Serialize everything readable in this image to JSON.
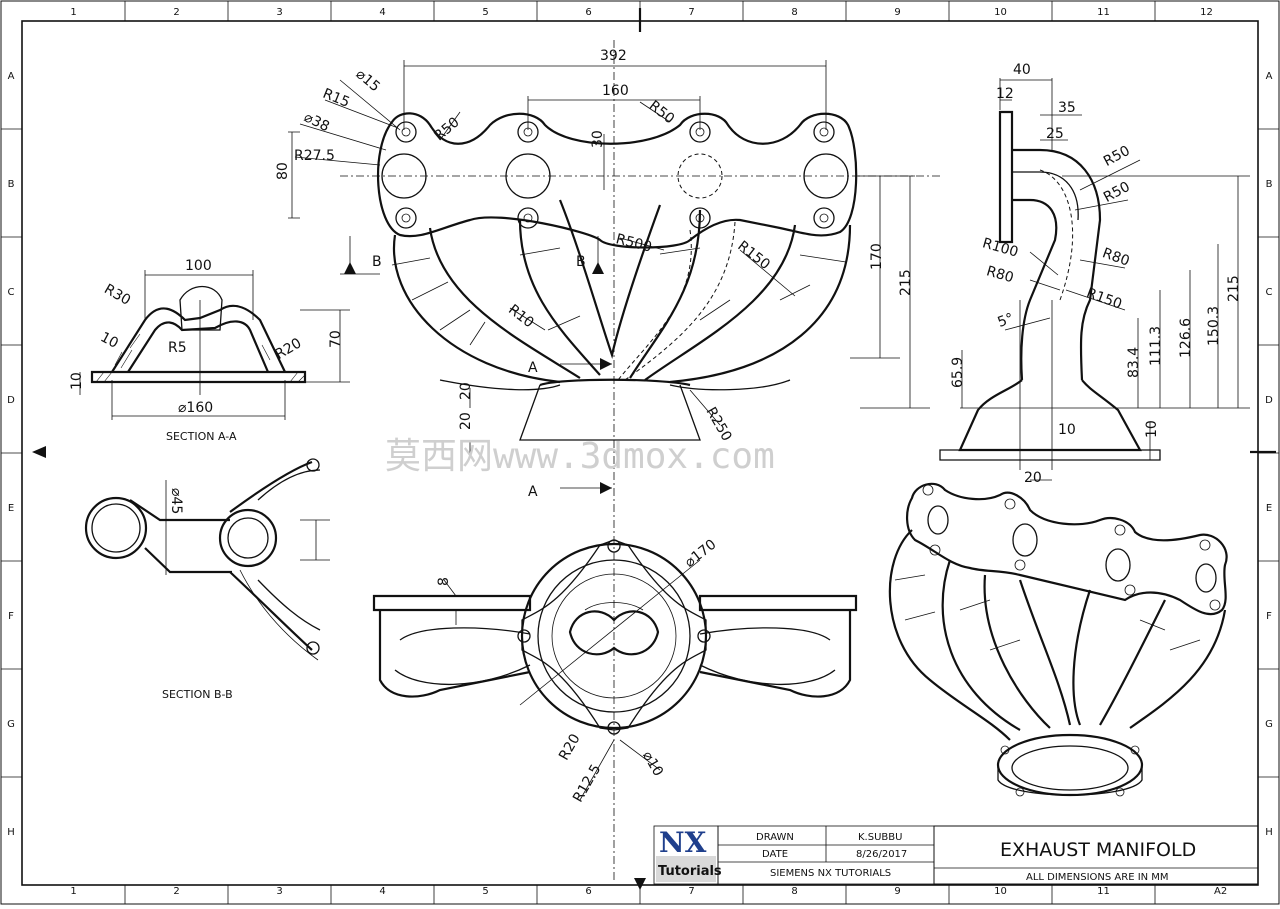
{
  "border": {
    "columns": [
      "1",
      "2",
      "3",
      "4",
      "5",
      "6",
      "7",
      "8",
      "9",
      "10",
      "11",
      "12"
    ],
    "rows": [
      "A",
      "B",
      "C",
      "D",
      "E",
      "F",
      "G",
      "H"
    ],
    "bottom_right_tag": "A2"
  },
  "dimensions": {
    "front": [
      "392",
      "160",
      "R50",
      "R50",
      "⌀15",
      "R15",
      "⌀38",
      "R27.5",
      "80",
      "30",
      "R500",
      "R150",
      "170",
      "215",
      "R10",
      "20",
      "20",
      "R250"
    ],
    "section_aa": [
      "100",
      "R30",
      "10",
      "R5",
      "R20",
      "70",
      "10",
      "⌀160"
    ],
    "side": [
      "40",
      "12",
      "35",
      "25",
      "R50",
      "R50",
      "R100",
      "R80",
      "R80",
      "R150",
      "5°",
      "65.9",
      "83.4",
      "111.3",
      "126.6",
      "150.3",
      "215",
      "10",
      "10",
      "20"
    ],
    "section_bb": [
      "⌀45"
    ],
    "bottom": [
      "8",
      "⌀170",
      "R20",
      "R12.5",
      "⌀10"
    ]
  },
  "labels": {
    "section_a_a": "SECTION A-A",
    "section_b_b": "SECTION B-B",
    "cut_a": "A",
    "cut_b": "B",
    "watermark": "莫西网www.3dmox.com"
  },
  "title_block": {
    "logo_main": "NX",
    "logo_sub": "Tutorials",
    "drawn_label": "DRAWN",
    "drawn_value": "K.SUBBU",
    "date_label": "DATE",
    "date_value": "8/26/2017",
    "company": "SIEMENS NX TUTORIALS",
    "title": "EXHAUST MANIFOLD",
    "note": "ALL DIMENSIONS ARE IN MM"
  }
}
